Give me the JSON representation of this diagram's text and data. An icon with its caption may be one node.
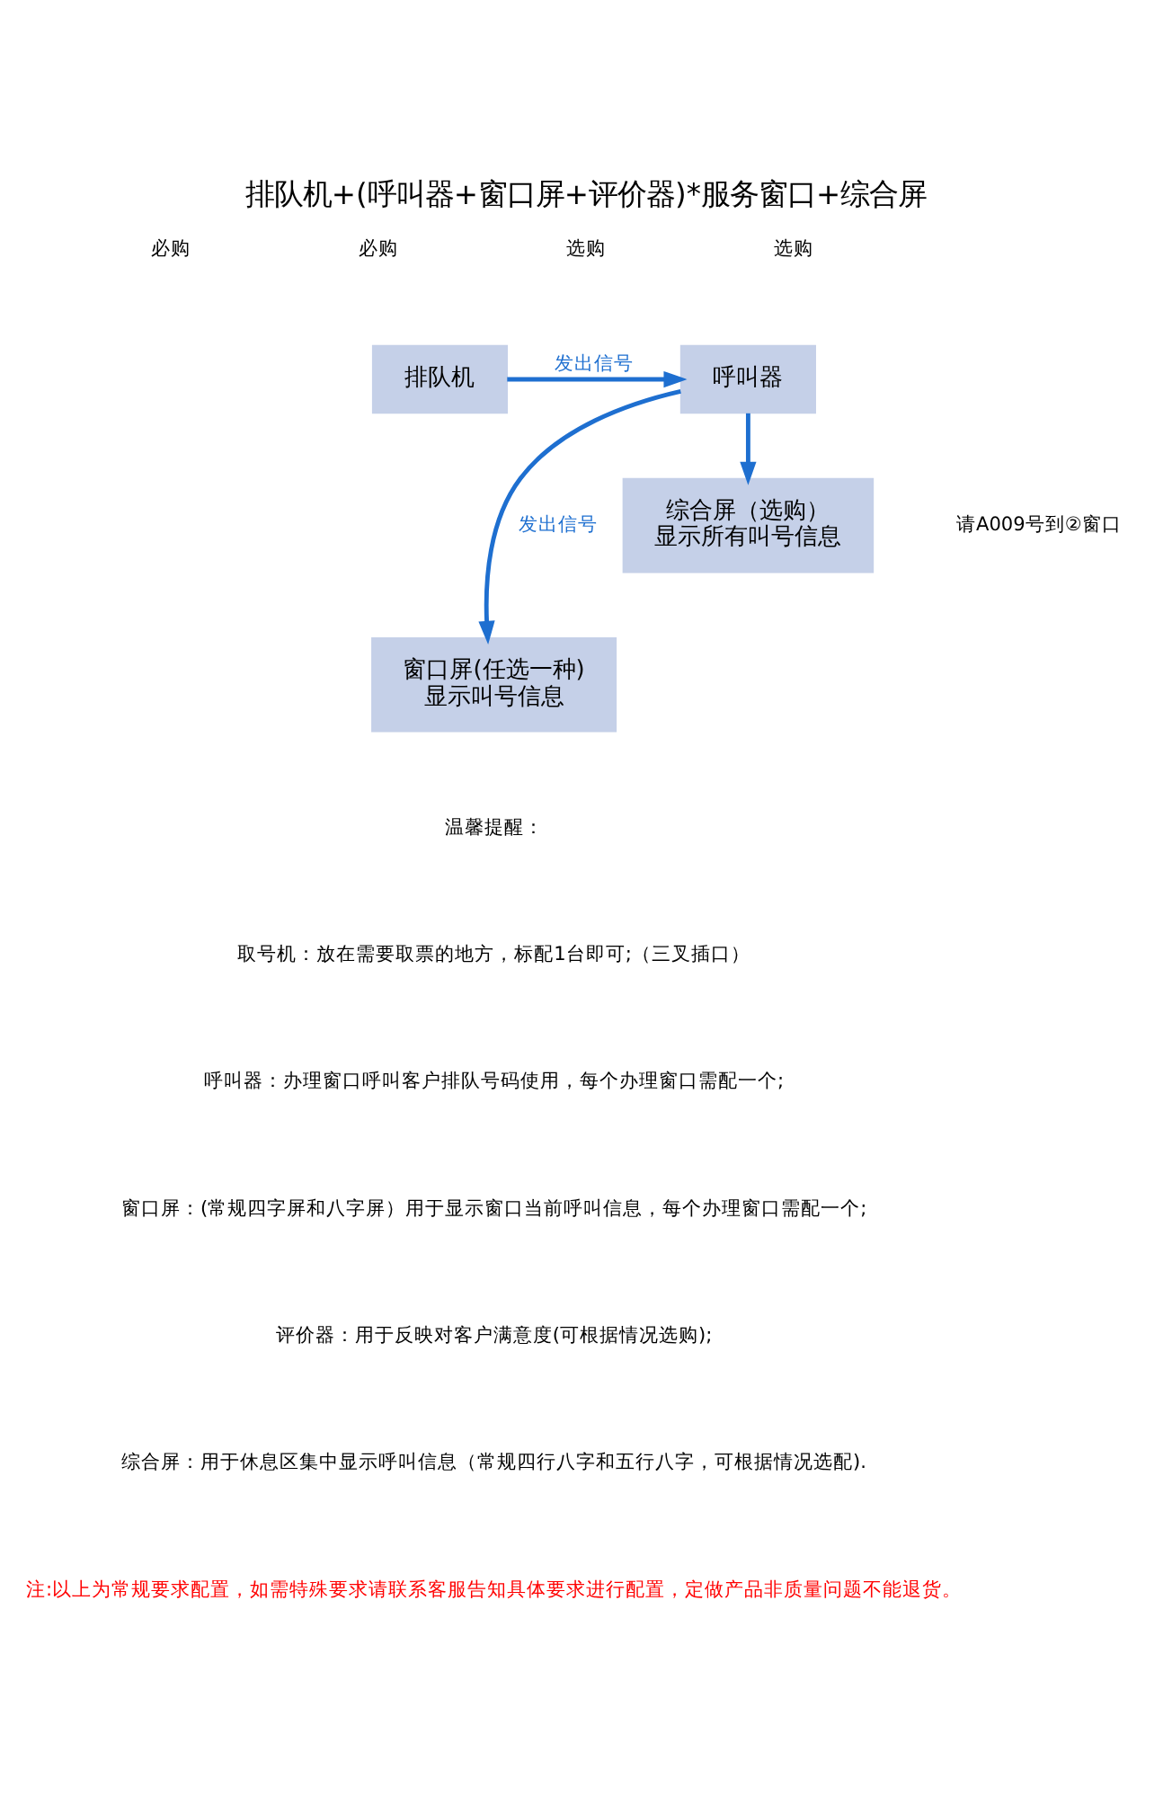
{
  "diagram": {
    "title": "排队机+(呼叫器+窗口屏+评价器)*服务窗口+综合屏",
    "nodes": [
      {
        "text": [
          "排队机"
        ]
      },
      {
        "text": [
          "呼叫器"
        ]
      },
      {
        "text": [
          "窗口屏(任选一种)",
          "显示叫号信息"
        ]
      },
      {
        "text": [
          "综合屏（选购）",
          "显示所有叫号信息"
        ]
      }
    ],
    "edges": [
      {
        "from": 0,
        "to": 1,
        "arrow": "to",
        "label": "发出信号"
      },
      {
        "from": 1,
        "to": 2,
        "arrow": "to",
        "label": "发出信号"
      },
      {
        "from": 1,
        "to": 3,
        "arrow": "to"
      }
    ],
    "labels": [
      "必购",
      "必购",
      "选购",
      "选购",
      "请A009号到②窗口",
      "温馨提醒：",
      "取号机：放在需要取票的地方，标配1台即可;（三叉插口）",
      "呼叫器：办理窗口呼叫客户排队号码使用，每个办理窗口需配一个;",
      "窗口屏：(常规四字屏和八字屏）用于显示窗口当前呼叫信息，每个办理窗口需配一个;",
      "评价器：用于反映对客户满意度(可根据情况选购);",
      "综合屏：用于休息区集中显示呼叫信息（常规四行八字和五行八字，可根据情况选配).",
      "注:以上为常规要求配置，如需特殊要求请联系客服告知具体要求进行配置，定做产品非质量问题不能退货。"
    ]
  }
}
